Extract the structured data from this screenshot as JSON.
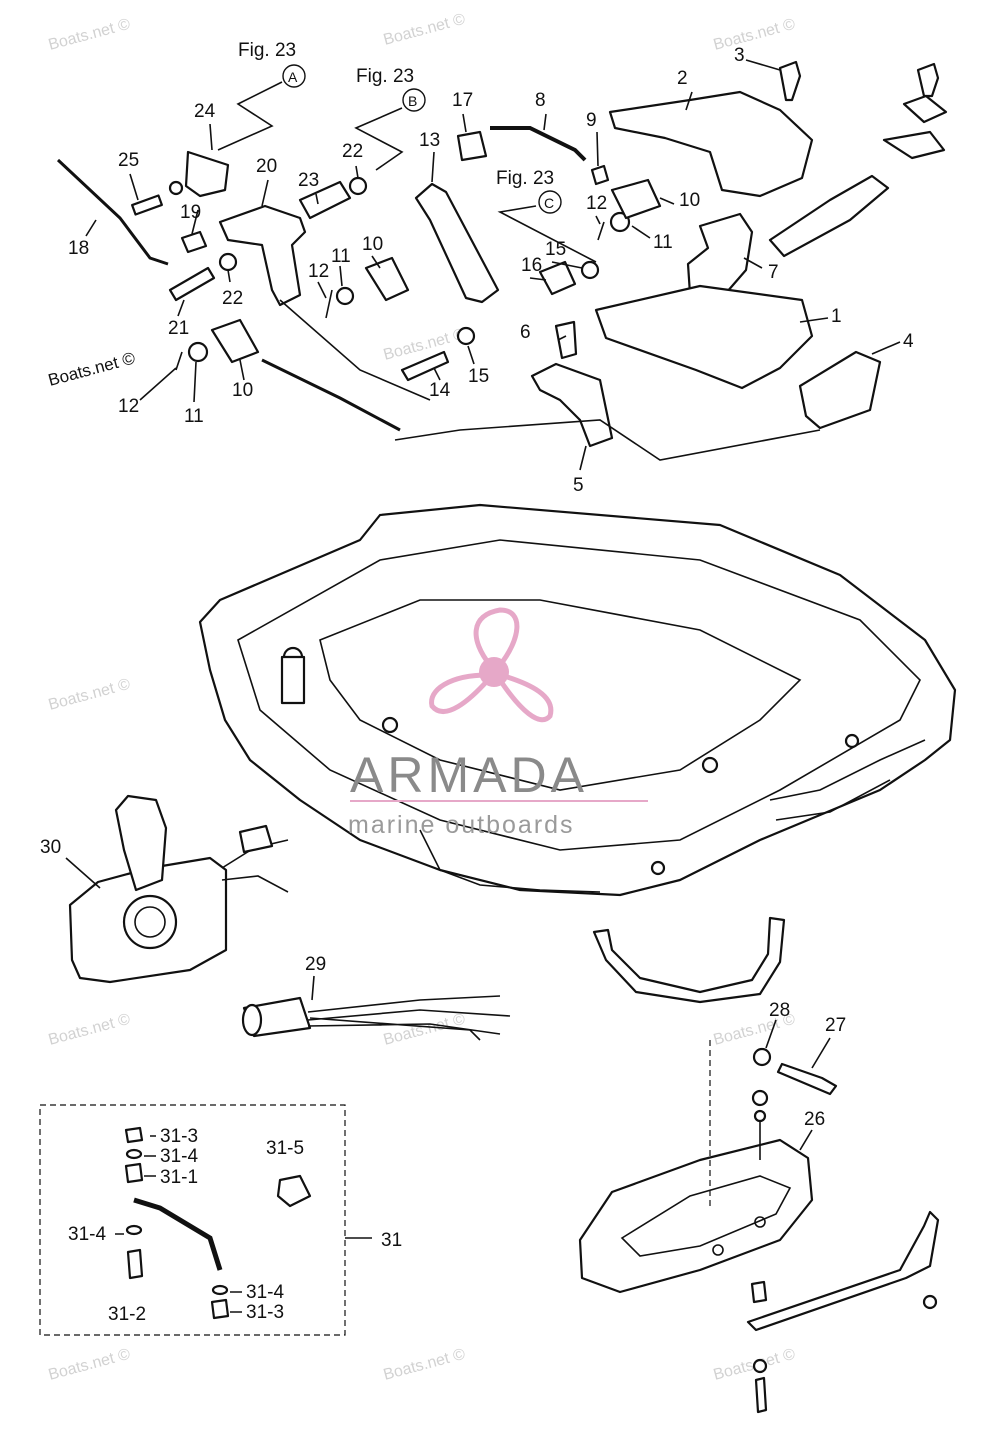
{
  "watermark_text": "Boats.net ©",
  "copyright_left": "Boats.net ©",
  "fig_refs": [
    {
      "label": "Fig. 23",
      "letter": "A"
    },
    {
      "label": "Fig. 23",
      "letter": "B"
    },
    {
      "label": "Fig. 23",
      "letter": "C"
    }
  ],
  "callouts": {
    "c1": "1",
    "c2": "2",
    "c3": "3",
    "c4": "4",
    "c5": "5",
    "c6": "6",
    "c7": "7",
    "c8": "8",
    "c9": "9",
    "c10a": "10",
    "c10b": "10",
    "c10c": "10",
    "c11a": "11",
    "c11b": "11",
    "c11c": "11",
    "c12a": "12",
    "c12b": "12",
    "c12c": "12",
    "c13": "13",
    "c14": "14",
    "c15a": "15",
    "c15b": "15",
    "c16": "16",
    "c17": "17",
    "c18": "18",
    "c19": "19",
    "c20": "20",
    "c21": "21",
    "c22a": "22",
    "c22b": "22",
    "c23": "23",
    "c24": "24",
    "c25": "25",
    "c26": "26",
    "c27": "27",
    "c28": "28",
    "c29": "29",
    "c30": "30",
    "c31": "31",
    "c31_1": "31-1",
    "c31_2": "31-2",
    "c31_3a": "31-3",
    "c31_3b": "31-3",
    "c31_4a": "31-4",
    "c31_4b": "31-4",
    "c31_4c": "31-4",
    "c31_5": "31-5"
  },
  "logo": {
    "name": "ARMADA",
    "tagline": "marine outboards",
    "accent_color": "#e6a8c8",
    "text_color": "#8a8a8a"
  }
}
